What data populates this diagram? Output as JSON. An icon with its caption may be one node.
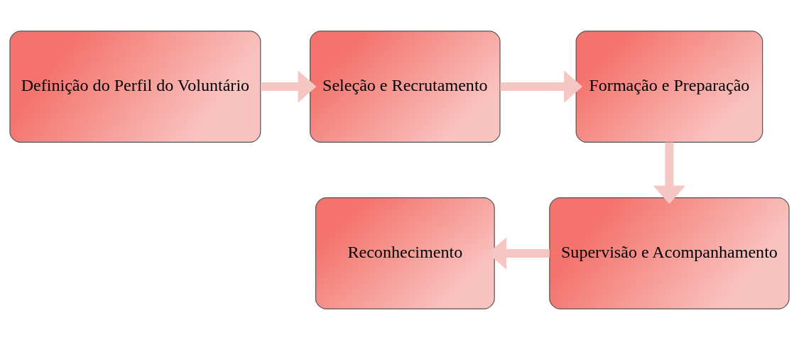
{
  "diagram": {
    "nodes": [
      {
        "text": [
          "Definição do Perfil do Voluntário"
        ]
      },
      {
        "text": [
          "Seleção e Recrutamento"
        ]
      },
      {
        "text": [
          "Formação e Preparação"
        ]
      },
      {
        "text": [
          "Supervisão e Acompanhamento"
        ]
      },
      {
        "text": [
          "Reconhecimento"
        ]
      }
    ],
    "edges": [
      {
        "from": 0,
        "to": 1,
        "arrow": "to"
      },
      {
        "from": 1,
        "to": 2,
        "arrow": "to"
      },
      {
        "from": 2,
        "to": 3,
        "arrow": "to"
      },
      {
        "from": 3,
        "to": 4,
        "arrow": "to"
      }
    ]
  }
}
